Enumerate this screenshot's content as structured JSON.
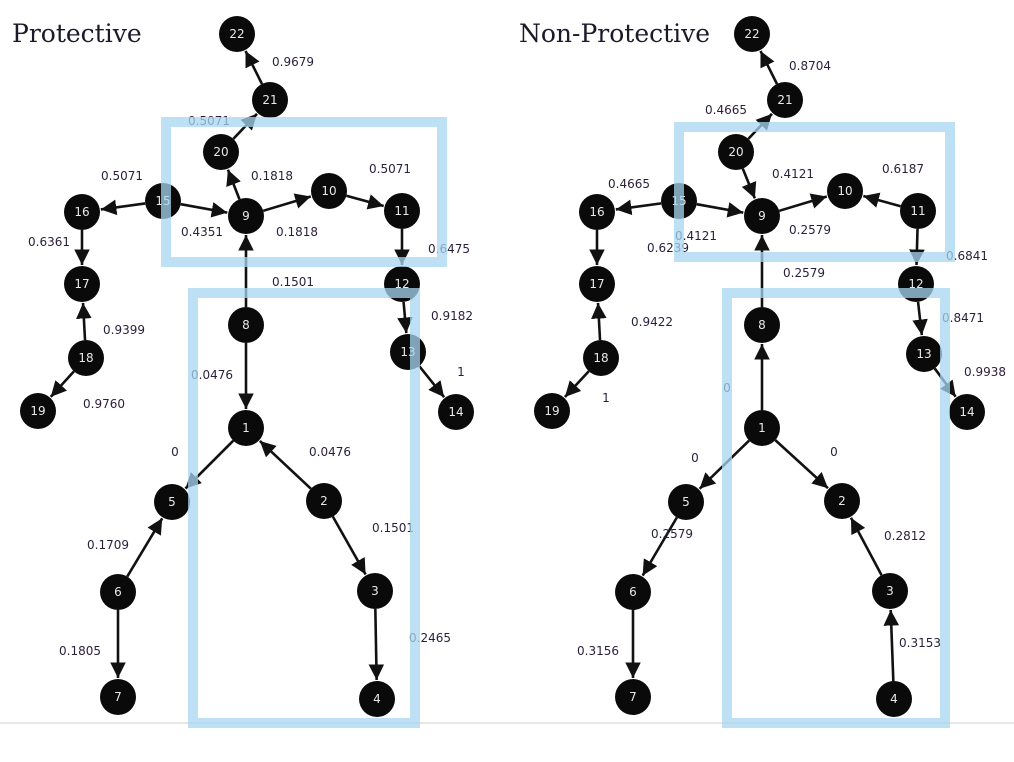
{
  "colors": {
    "node": "#0a0a0a",
    "edge": "#111111",
    "region": "#a8d6f0",
    "baseline": "#cfcfcf"
  },
  "nodes": [
    "1",
    "2",
    "3",
    "4",
    "5",
    "6",
    "7",
    "8",
    "9",
    "10",
    "11",
    "12",
    "13",
    "14",
    "15",
    "16",
    "17",
    "18",
    "19",
    "20",
    "21",
    "22"
  ],
  "graphs": [
    {
      "title": "Protective",
      "edges": [
        {
          "from": 21,
          "to": 22,
          "weight": "0.9679"
        },
        {
          "from": 20,
          "to": 21,
          "weight": "0.5071"
        },
        {
          "from": 9,
          "to": 20,
          "weight": "0.1818"
        },
        {
          "from": 15,
          "to": 16,
          "weight": "0.5071"
        },
        {
          "from": 15,
          "to": 9,
          "weight": "0.4351"
        },
        {
          "from": 9,
          "to": 10,
          "weight": "0.1818"
        },
        {
          "from": 10,
          "to": 11,
          "weight": "0.5071"
        },
        {
          "from": 16,
          "to": 17,
          "weight": "0.6361"
        },
        {
          "from": 11,
          "to": 12,
          "weight": "0.6475"
        },
        {
          "from": 8,
          "to": 9,
          "weight": "0.1501"
        },
        {
          "from": 12,
          "to": 13,
          "weight": "0.9182"
        },
        {
          "from": 18,
          "to": 17,
          "weight": "0.9399"
        },
        {
          "from": 8,
          "to": 1,
          "weight": "0.0476"
        },
        {
          "from": 13,
          "to": 14,
          "weight": "1"
        },
        {
          "from": 18,
          "to": 19,
          "weight": "0.9760"
        },
        {
          "from": 1,
          "to": 5,
          "weight": "0"
        },
        {
          "from": 2,
          "to": 1,
          "weight": "0.0476"
        },
        {
          "from": 6,
          "to": 5,
          "weight": "0.1709"
        },
        {
          "from": 2,
          "to": 3,
          "weight": "0.1501"
        },
        {
          "from": 3,
          "to": 4,
          "weight": "0.2465"
        },
        {
          "from": 6,
          "to": 7,
          "weight": "0.1805"
        }
      ]
    },
    {
      "title": "Non-Protective",
      "edges": [
        {
          "from": 21,
          "to": 22,
          "weight": "0.8704"
        },
        {
          "from": 20,
          "to": 21,
          "weight": "0.4665"
        },
        {
          "from": 20,
          "to": 9,
          "weight": "0.4121"
        },
        {
          "from": 15,
          "to": 16,
          "weight": "0.4665"
        },
        {
          "from": 15,
          "to": 9,
          "weight": "0.4121"
        },
        {
          "from": 9,
          "to": 10,
          "weight": "0.2579"
        },
        {
          "from": 11,
          "to": 10,
          "weight": "0.6187"
        },
        {
          "from": 16,
          "to": 17,
          "weight": "0.6239"
        },
        {
          "from": 11,
          "to": 12,
          "weight": "0.6841"
        },
        {
          "from": 8,
          "to": 9,
          "weight": "0.2579"
        },
        {
          "from": 12,
          "to": 13,
          "weight": "0.8471"
        },
        {
          "from": 18,
          "to": 17,
          "weight": "0.9422"
        },
        {
          "from": 1,
          "to": 8,
          "weight": "0"
        },
        {
          "from": 13,
          "to": 14,
          "weight": "0.9938"
        },
        {
          "from": 18,
          "to": 19,
          "weight": "1"
        },
        {
          "from": 1,
          "to": 5,
          "weight": "0"
        },
        {
          "from": 1,
          "to": 2,
          "weight": "0"
        },
        {
          "from": 5,
          "to": 6,
          "weight": "0.2579"
        },
        {
          "from": 3,
          "to": 2,
          "weight": "0.2812"
        },
        {
          "from": 6,
          "to": 7,
          "weight": "0.3156"
        },
        {
          "from": 4,
          "to": 3,
          "weight": "0.3153"
        }
      ]
    }
  ]
}
